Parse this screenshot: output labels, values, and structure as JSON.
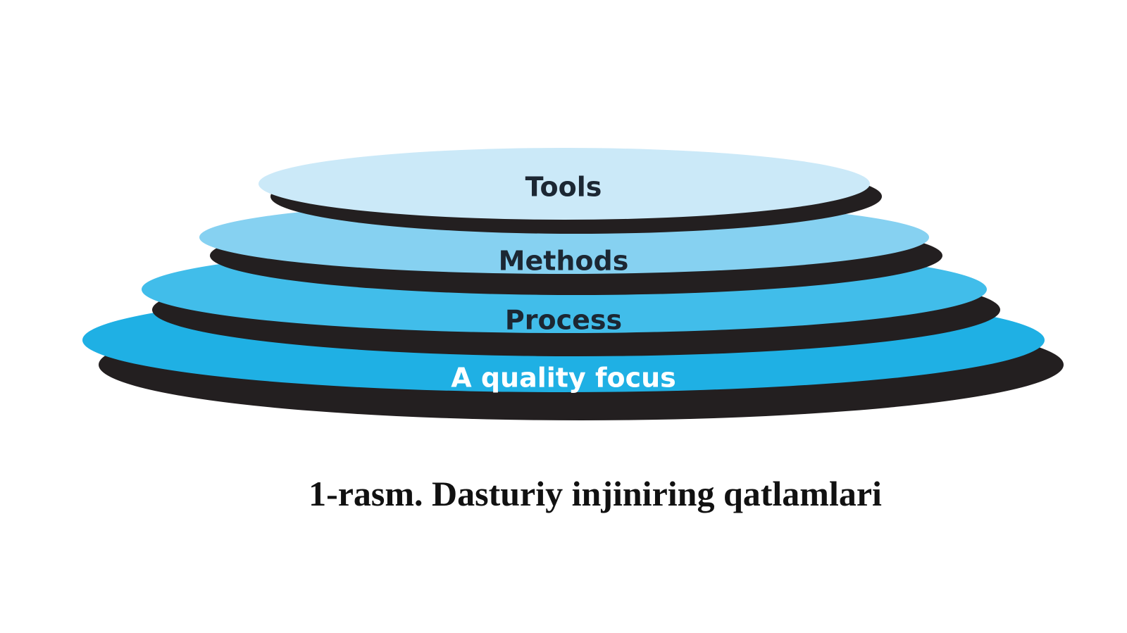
{
  "diagram": {
    "layers": [
      {
        "label": "A quality focus",
        "fill": "#1fb0e4",
        "text_color": "#ffffff"
      },
      {
        "label": "Process",
        "fill": "#41bdea",
        "text_color": "#1c2733"
      },
      {
        "label": "Methods",
        "fill": "#86d1f1",
        "text_color": "#1c2733"
      },
      {
        "label": "Tools",
        "fill": "#cbe9f8",
        "text_color": "#1c2733"
      }
    ],
    "shadow_color": "#231f20",
    "caption": "1-rasm. Dasturiy injiniring qatlamlari"
  }
}
